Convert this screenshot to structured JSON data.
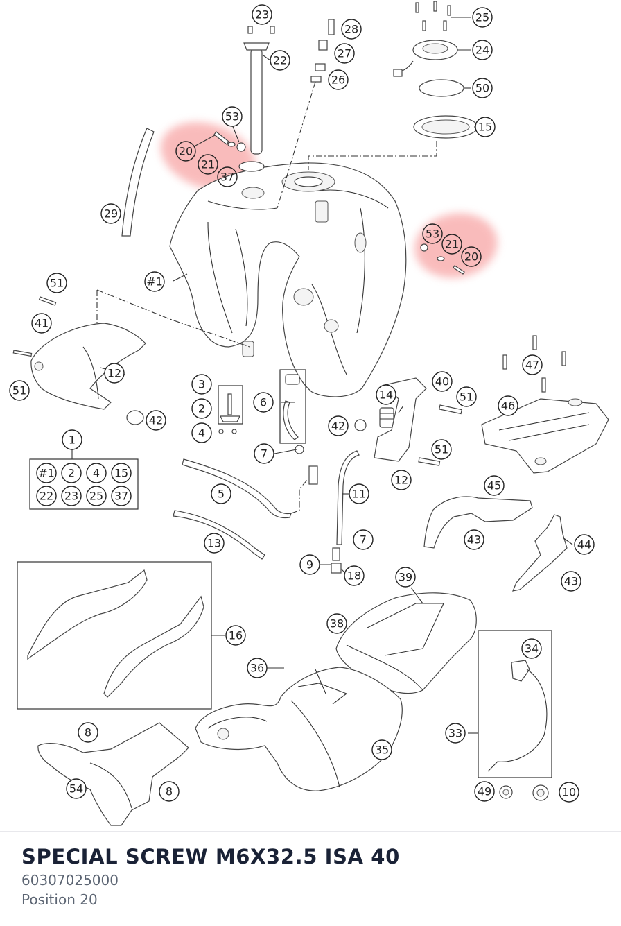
{
  "part": {
    "title": "SPECIAL SCREW M6X32.5 ISA 40",
    "number": "60307025000",
    "position": "Position 20"
  },
  "highlight_color": "#f58585",
  "callouts": [
    {
      "id": "c23",
      "label": "23"
    },
    {
      "id": "c22",
      "label": "22"
    },
    {
      "id": "c28",
      "label": "28"
    },
    {
      "id": "c27",
      "label": "27"
    },
    {
      "id": "c26",
      "label": "26"
    },
    {
      "id": "c25",
      "label": "25"
    },
    {
      "id": "c24",
      "label": "24"
    },
    {
      "id": "c50",
      "label": "50"
    },
    {
      "id": "c15",
      "label": "15"
    },
    {
      "id": "c53a",
      "label": "53"
    },
    {
      "id": "c20a",
      "label": "20"
    },
    {
      "id": "c21a",
      "label": "21"
    },
    {
      "id": "c37",
      "label": "37"
    },
    {
      "id": "c29",
      "label": "29"
    },
    {
      "id": "c53b",
      "label": "53"
    },
    {
      "id": "c21b",
      "label": "21"
    },
    {
      "id": "c20b",
      "label": "20"
    },
    {
      "id": "c1a",
      "label": "#1"
    },
    {
      "id": "c51a",
      "label": "51"
    },
    {
      "id": "c41",
      "label": "41"
    },
    {
      "id": "c12a",
      "label": "12"
    },
    {
      "id": "c51b",
      "label": "51"
    },
    {
      "id": "c42a",
      "label": "42"
    },
    {
      "id": "c3",
      "label": "3"
    },
    {
      "id": "c2",
      "label": "2"
    },
    {
      "id": "c4",
      "label": "4"
    },
    {
      "id": "c6",
      "label": "6"
    },
    {
      "id": "c14",
      "label": "14"
    },
    {
      "id": "c40",
      "label": "40"
    },
    {
      "id": "c51c",
      "label": "51"
    },
    {
      "id": "c47",
      "label": "47"
    },
    {
      "id": "c46",
      "label": "46"
    },
    {
      "id": "c1",
      "label": "1"
    },
    {
      "id": "c7a",
      "label": "7"
    },
    {
      "id": "c42b",
      "label": "42"
    },
    {
      "id": "c51d",
      "label": "51"
    },
    {
      "id": "c12b",
      "label": "12"
    },
    {
      "id": "c5",
      "label": "5"
    },
    {
      "id": "c11",
      "label": "11"
    },
    {
      "id": "c45",
      "label": "45"
    },
    {
      "id": "c43a",
      "label": "43"
    },
    {
      "id": "c44",
      "label": "44"
    },
    {
      "id": "c43b",
      "label": "43"
    },
    {
      "id": "c13",
      "label": "13"
    },
    {
      "id": "c7b",
      "label": "7"
    },
    {
      "id": "c9",
      "label": "9"
    },
    {
      "id": "c18",
      "label": "18"
    },
    {
      "id": "c39",
      "label": "39"
    },
    {
      "id": "c16",
      "label": "16"
    },
    {
      "id": "c38",
      "label": "38"
    },
    {
      "id": "c34",
      "label": "34"
    },
    {
      "id": "c36",
      "label": "36"
    },
    {
      "id": "c33",
      "label": "33"
    },
    {
      "id": "c8a",
      "label": "8"
    },
    {
      "id": "c35",
      "label": "35"
    },
    {
      "id": "c54",
      "label": "54"
    },
    {
      "id": "c8b",
      "label": "8"
    },
    {
      "id": "c49",
      "label": "49"
    },
    {
      "id": "c10",
      "label": "10"
    }
  ],
  "kit_box": {
    "row1": [
      "#1",
      "2",
      "4",
      "15"
    ],
    "row2": [
      "22",
      "23",
      "25",
      "37"
    ]
  }
}
